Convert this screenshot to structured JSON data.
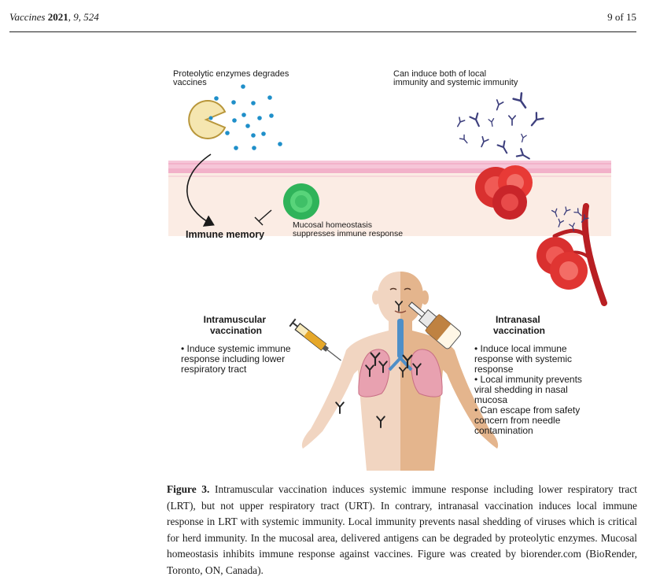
{
  "header": {
    "journal": "Vaccines",
    "year": "2021",
    "volume_page": ", 9, 524",
    "page": "9 of 15"
  },
  "figure": {
    "top_left_label": [
      "Proteolytic enzymes degrades",
      "vaccines"
    ],
    "top_right_label": [
      "Can induce both of local",
      "immunity and systemic immunity"
    ],
    "immune_memory": "Immune memory",
    "mucosal_label": [
      "Mucosal homeostasis",
      "suppresses immune response"
    ],
    "im_title": [
      "Intramuscular",
      "vaccination"
    ],
    "im_bullets": [
      "• Induce systemic immune",
      "response including lower",
      "respiratory tract"
    ],
    "in_title": [
      "Intranasal",
      "vaccination"
    ],
    "in_bullets": [
      "• Induce local immune",
      "response with systemic",
      "response",
      "• Local immunity prevents",
      "viral shedding in nasal",
      "mucosa",
      "• Can escape from safety",
      "concern from needle",
      "contamination"
    ],
    "colors": {
      "enzyme_dot": "#1f8fc9",
      "pacman": "#f5e6b0",
      "mucosa_band": "#f6c6d8",
      "tissue": "#fbece4",
      "green_cell": "#2fb35a",
      "red_cell": "#d9302f",
      "antibody": "#3d3f7d",
      "skin_left": "#f1d5c1",
      "skin_right": "#e4b58d",
      "lungs": "#e8a1b0",
      "trachea": "#4e8fc8"
    }
  },
  "caption": {
    "label": "Figure 3.",
    "text": " Intramuscular vaccination induces systemic immune response including lower respiratory tract (LRT), but not upper respiratory tract (URT). In contrary, intranasal vaccination induces local immune response in LRT with systemic immunity. Local immunity prevents nasal shedding of viruses which is critical for herd immunity. In the mucosal area, delivered antigens can be degraded by proteolytic enzymes. Mucosal homeostasis inhibits immune response against vaccines. Figure was created by biorender.com (BioRender, Toronto, ON, Canada)."
  }
}
